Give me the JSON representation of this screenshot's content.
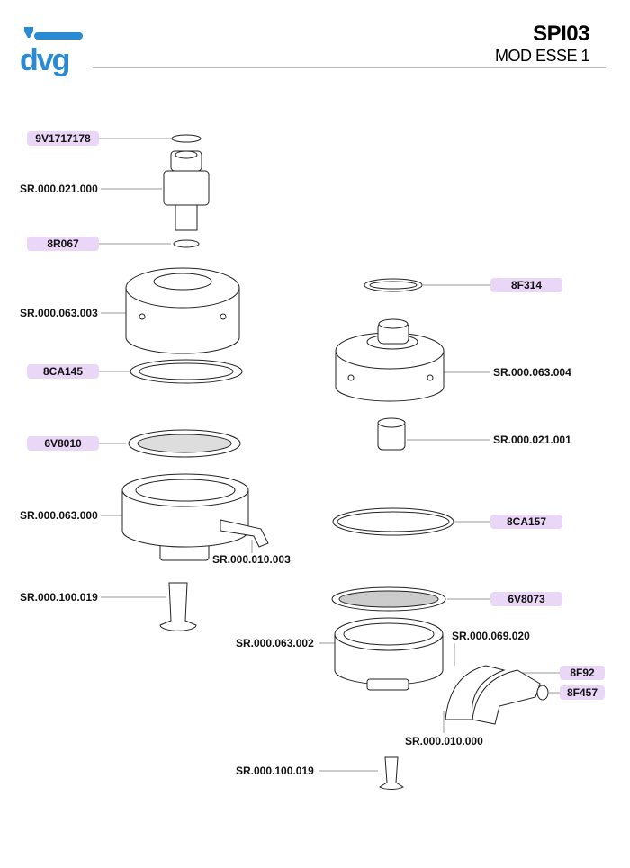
{
  "header": {
    "logo_text": "dvg",
    "title": "SPI03",
    "subtitle": "MOD ESSE 1"
  },
  "accent_color": "#2a8ad4",
  "highlight_color": "#ead6f7",
  "parts": {
    "p1": "9V1717178",
    "p2": "SR.000.021.000",
    "p3": "8R067",
    "p4": "SR.000.063.003",
    "p5": "8CA145",
    "p6": "6V8010",
    "p7": "SR.000.063.000",
    "p8": "SR.000.010.003",
    "p9": "SR.000.100.019",
    "p10": "8F314",
    "p11": "SR.000.063.004",
    "p12": "SR.000.021.001",
    "p13": "8CA157",
    "p14": "6V8073",
    "p15": "SR.000.063.002",
    "p16": "SR.000.069.020",
    "p17": "8F92",
    "p18": "8F457",
    "p19": "SR.000.010.000",
    "p20": "SR.000.100.019"
  }
}
